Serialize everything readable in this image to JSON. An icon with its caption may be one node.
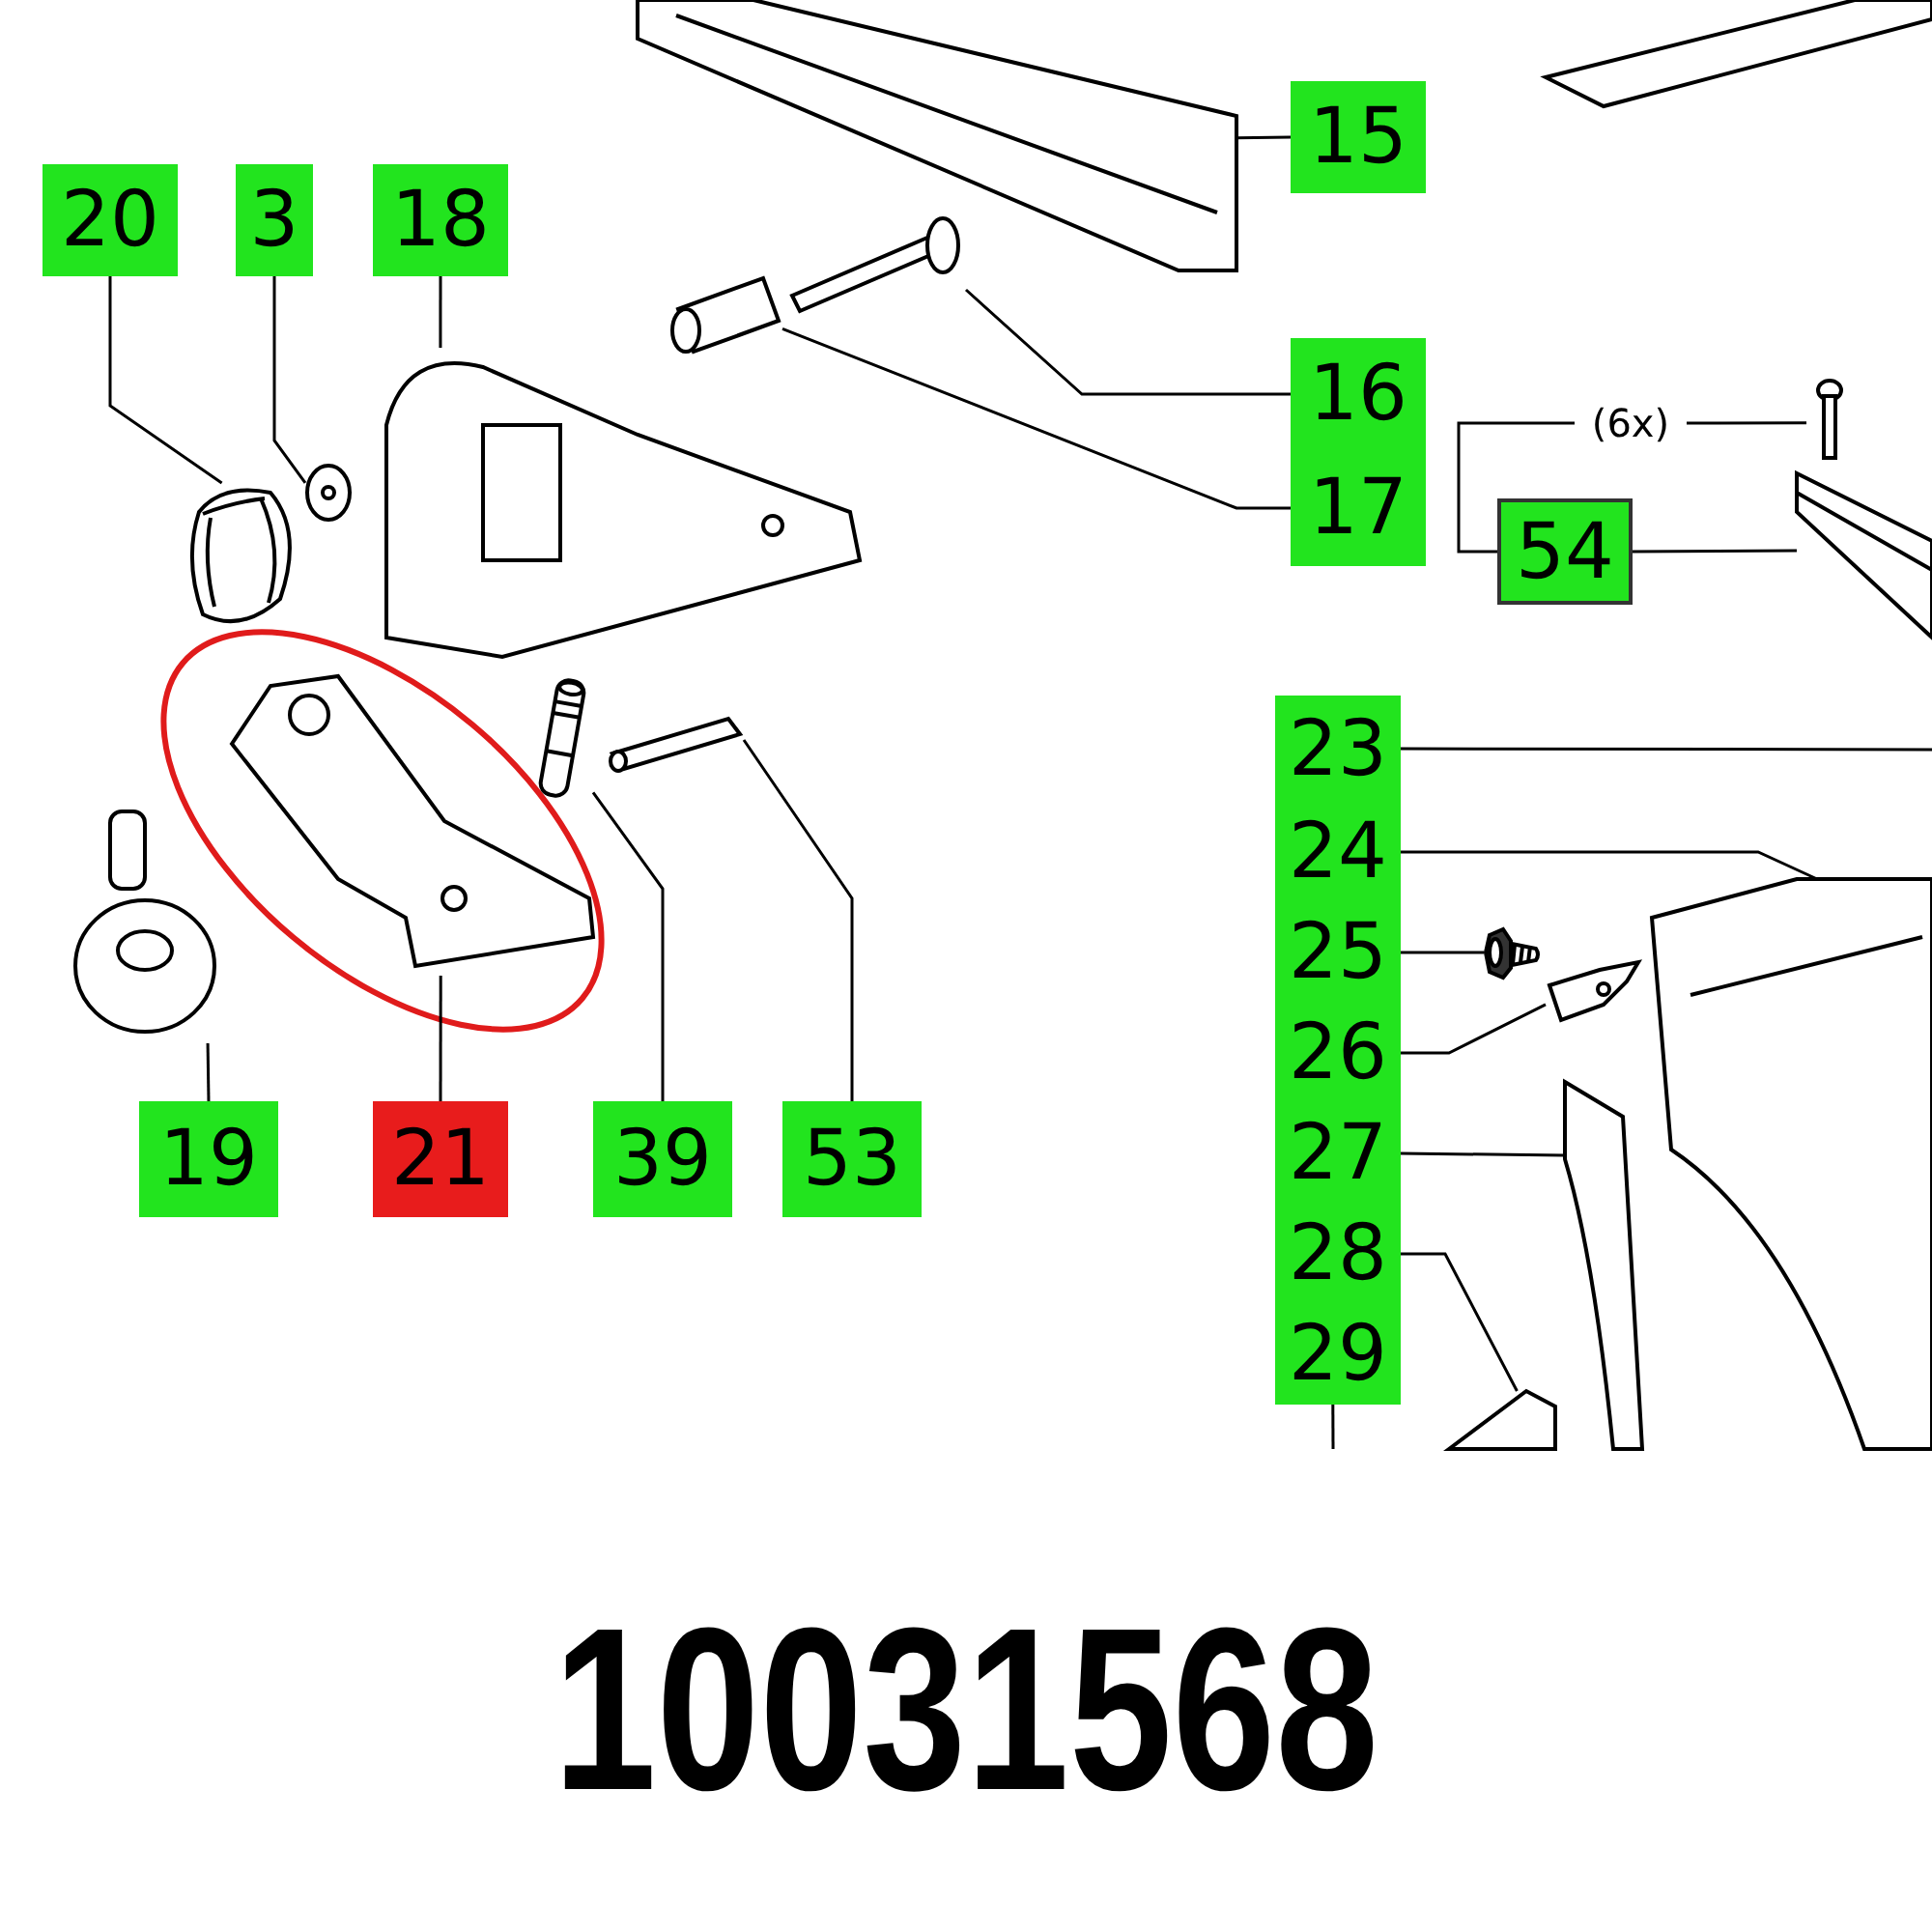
{
  "diagram": {
    "title": "10031568",
    "nodes": [
      {
        "text": [
          "15"
        ]
      },
      {
        "text": [],
        "shape": "picture"
      },
      {
        "text": [
          "16"
        ]
      },
      {
        "text": [],
        "shape": "picture"
      },
      {
        "text": [
          "17"
        ]
      },
      {
        "text": [],
        "shape": "picture"
      },
      {
        "text": [
          "(6x)"
        ]
      },
      {
        "text": [],
        "shape": "picture"
      },
      {
        "text": [
          "54"
        ]
      },
      {
        "text": [],
        "shape": "picture"
      },
      {
        "text": [
          "20"
        ]
      },
      {
        "text": [],
        "shape": "picture"
      },
      {
        "text": [
          "3"
        ]
      },
      {
        "text": [],
        "shape": "picture"
      },
      {
        "text": [
          "18"
        ]
      },
      {
        "text": [],
        "shape": "picture"
      },
      {
        "text": [
          "19"
        ]
      },
      {
        "text": [],
        "shape": "picture"
      },
      {
        "text": [
          "21"
        ]
      },
      {
        "text": [],
        "shape": "picture"
      },
      {
        "text": [
          "39"
        ]
      },
      {
        "text": [],
        "shape": "picture"
      },
      {
        "text": [
          "53"
        ]
      },
      {
        "text": [],
        "shape": "picture"
      },
      {
        "text": [
          "23"
        ]
      },
      {
        "text": [
          "24"
        ]
      },
      {
        "text": [],
        "shape": "picture"
      },
      {
        "text": [
          "25"
        ]
      },
      {
        "text": [],
        "shape": "picture"
      },
      {
        "text": [
          "26"
        ]
      },
      {
        "text": [],
        "shape": "picture"
      },
      {
        "text": [
          "27"
        ]
      },
      {
        "text": [],
        "shape": "picture"
      },
      {
        "text": [
          "28"
        ]
      },
      {
        "text": [],
        "shape": "picture"
      },
      {
        "text": [
          "29"
        ]
      }
    ],
    "edges": [
      {
        "from": 0,
        "to": 1,
        "arrow": "none"
      },
      {
        "from": 2,
        "to": 3,
        "arrow": "none"
      },
      {
        "from": 4,
        "to": 5,
        "arrow": "none"
      },
      {
        "from": 8,
        "to": 6,
        "arrow": "none"
      },
      {
        "from": 6,
        "to": 7,
        "arrow": "none"
      },
      {
        "from": 8,
        "to": 9,
        "arrow": "none"
      },
      {
        "from": 10,
        "to": 11,
        "arrow": "none"
      },
      {
        "from": 12,
        "to": 13,
        "arrow": "none"
      },
      {
        "from": 14,
        "to": 15,
        "arrow": "none"
      },
      {
        "from": 16,
        "to": 17,
        "arrow": "none"
      },
      {
        "from": 18,
        "to": 19,
        "arrow": "none"
      },
      {
        "from": 20,
        "to": 21,
        "arrow": "none"
      },
      {
        "from": 22,
        "to": 23,
        "arrow": "none"
      },
      {
        "from": 24,
        "to": null,
        "arrow": "none"
      },
      {
        "from": 25,
        "to": 26,
        "arrow": "none"
      },
      {
        "from": 27,
        "to": 28,
        "arrow": "none"
      },
      {
        "from": 29,
        "to": 30,
        "arrow": "none"
      },
      {
        "from": 31,
        "to": 32,
        "arrow": "none"
      },
      {
        "from": 33,
        "to": 34,
        "arrow": "none"
      },
      {
        "from": 35,
        "to": null,
        "arrow": "none"
      }
    ]
  }
}
